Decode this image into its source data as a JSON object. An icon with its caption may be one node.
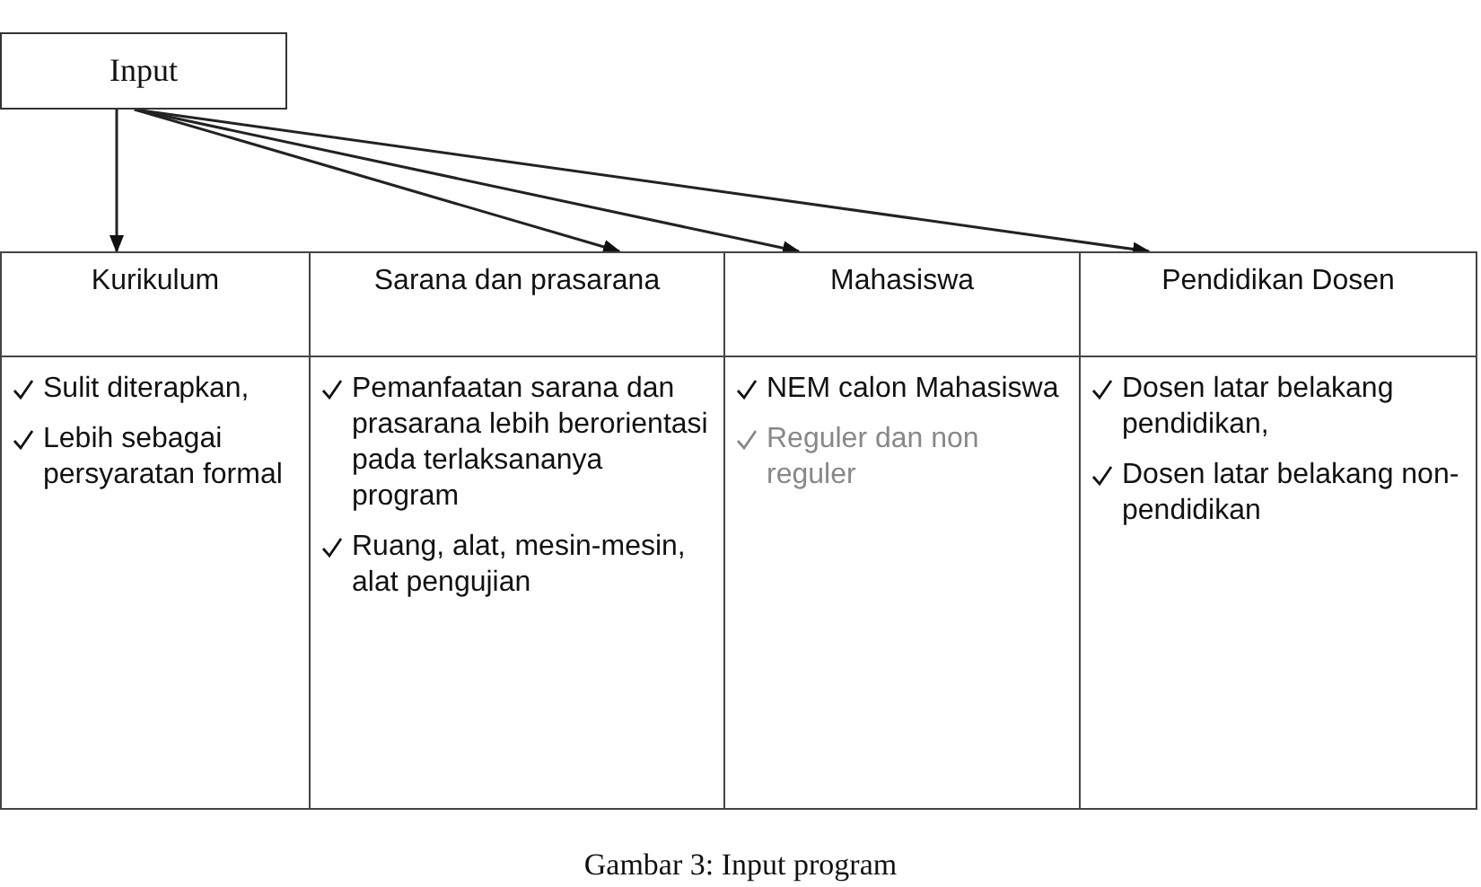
{
  "diagram": {
    "caption": "Gambar 3: Input program",
    "nodes": [
      {
        "text": [
          "Input"
        ]
      },
      {
        "text": [
          "Kurikulum"
        ]
      },
      {
        "text": [
          "Sarana dan prasarana"
        ]
      },
      {
        "text": [
          "Mahasiswa"
        ]
      },
      {
        "text": [
          "Pendidikan Dosen"
        ]
      },
      {
        "text": [
          "Sulit diterapkan,",
          "Lebih sebagai persyaratan formal"
        ]
      },
      {
        "text": [
          "Pemanfaatan sarana dan prasarana lebih berorientasi pada terlaksananya program",
          "Ruang, alat, mesin-mesin, alat pengujian"
        ]
      },
      {
        "text": [
          "NEM calon Mahasiswa",
          "Reguler dan non reguler"
        ]
      },
      {
        "text": [
          "Dosen latar belakang pendidikan,",
          "Dosen latar belakang non-pendidikan"
        ]
      }
    ],
    "edges": [
      {
        "from": 0,
        "to": 1,
        "arrow": "to"
      },
      {
        "from": 0,
        "to": 2,
        "arrow": "to"
      },
      {
        "from": 0,
        "to": 3,
        "arrow": "to"
      },
      {
        "from": 0,
        "to": 4,
        "arrow": "to"
      }
    ]
  }
}
